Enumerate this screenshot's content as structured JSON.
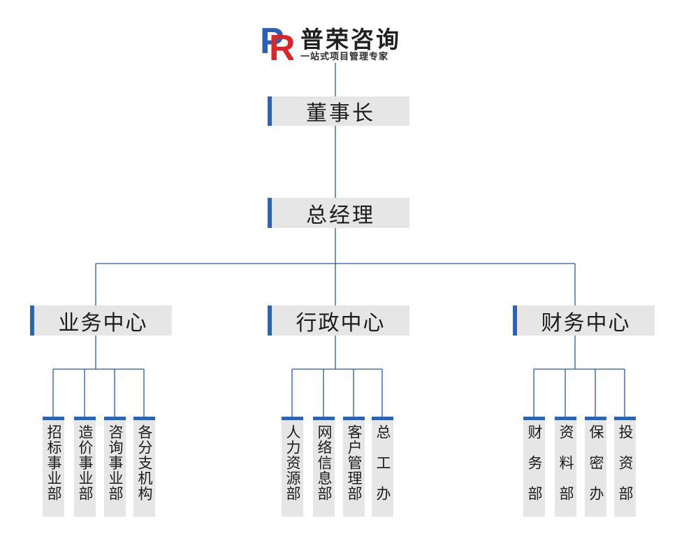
{
  "brand": {
    "name": "普荣咨询",
    "slogan": "一站式项目管理专家",
    "mark_letters": [
      "P",
      "R"
    ],
    "colors": {
      "p": "#2e5fb0",
      "r": "#d9262b"
    }
  },
  "chairman": {
    "label": "董事长"
  },
  "general_manager": {
    "label": "总经理"
  },
  "centers": [
    {
      "label": "业务中心",
      "departments": [
        "招标事业部",
        "造价事业部",
        "咨询事业部",
        "各分支机构"
      ]
    },
    {
      "label": "行政中心",
      "departments": [
        "人力资源部",
        "网络信息部",
        "客户管理部",
        "总工办"
      ]
    },
    {
      "label": "财务中心",
      "departments": [
        "财务部",
        "资料部",
        "保密办",
        "投资部"
      ]
    }
  ],
  "colors": {
    "accent": "#2e63b4",
    "box": "#e6e6e6",
    "line": "#2a5a99"
  }
}
